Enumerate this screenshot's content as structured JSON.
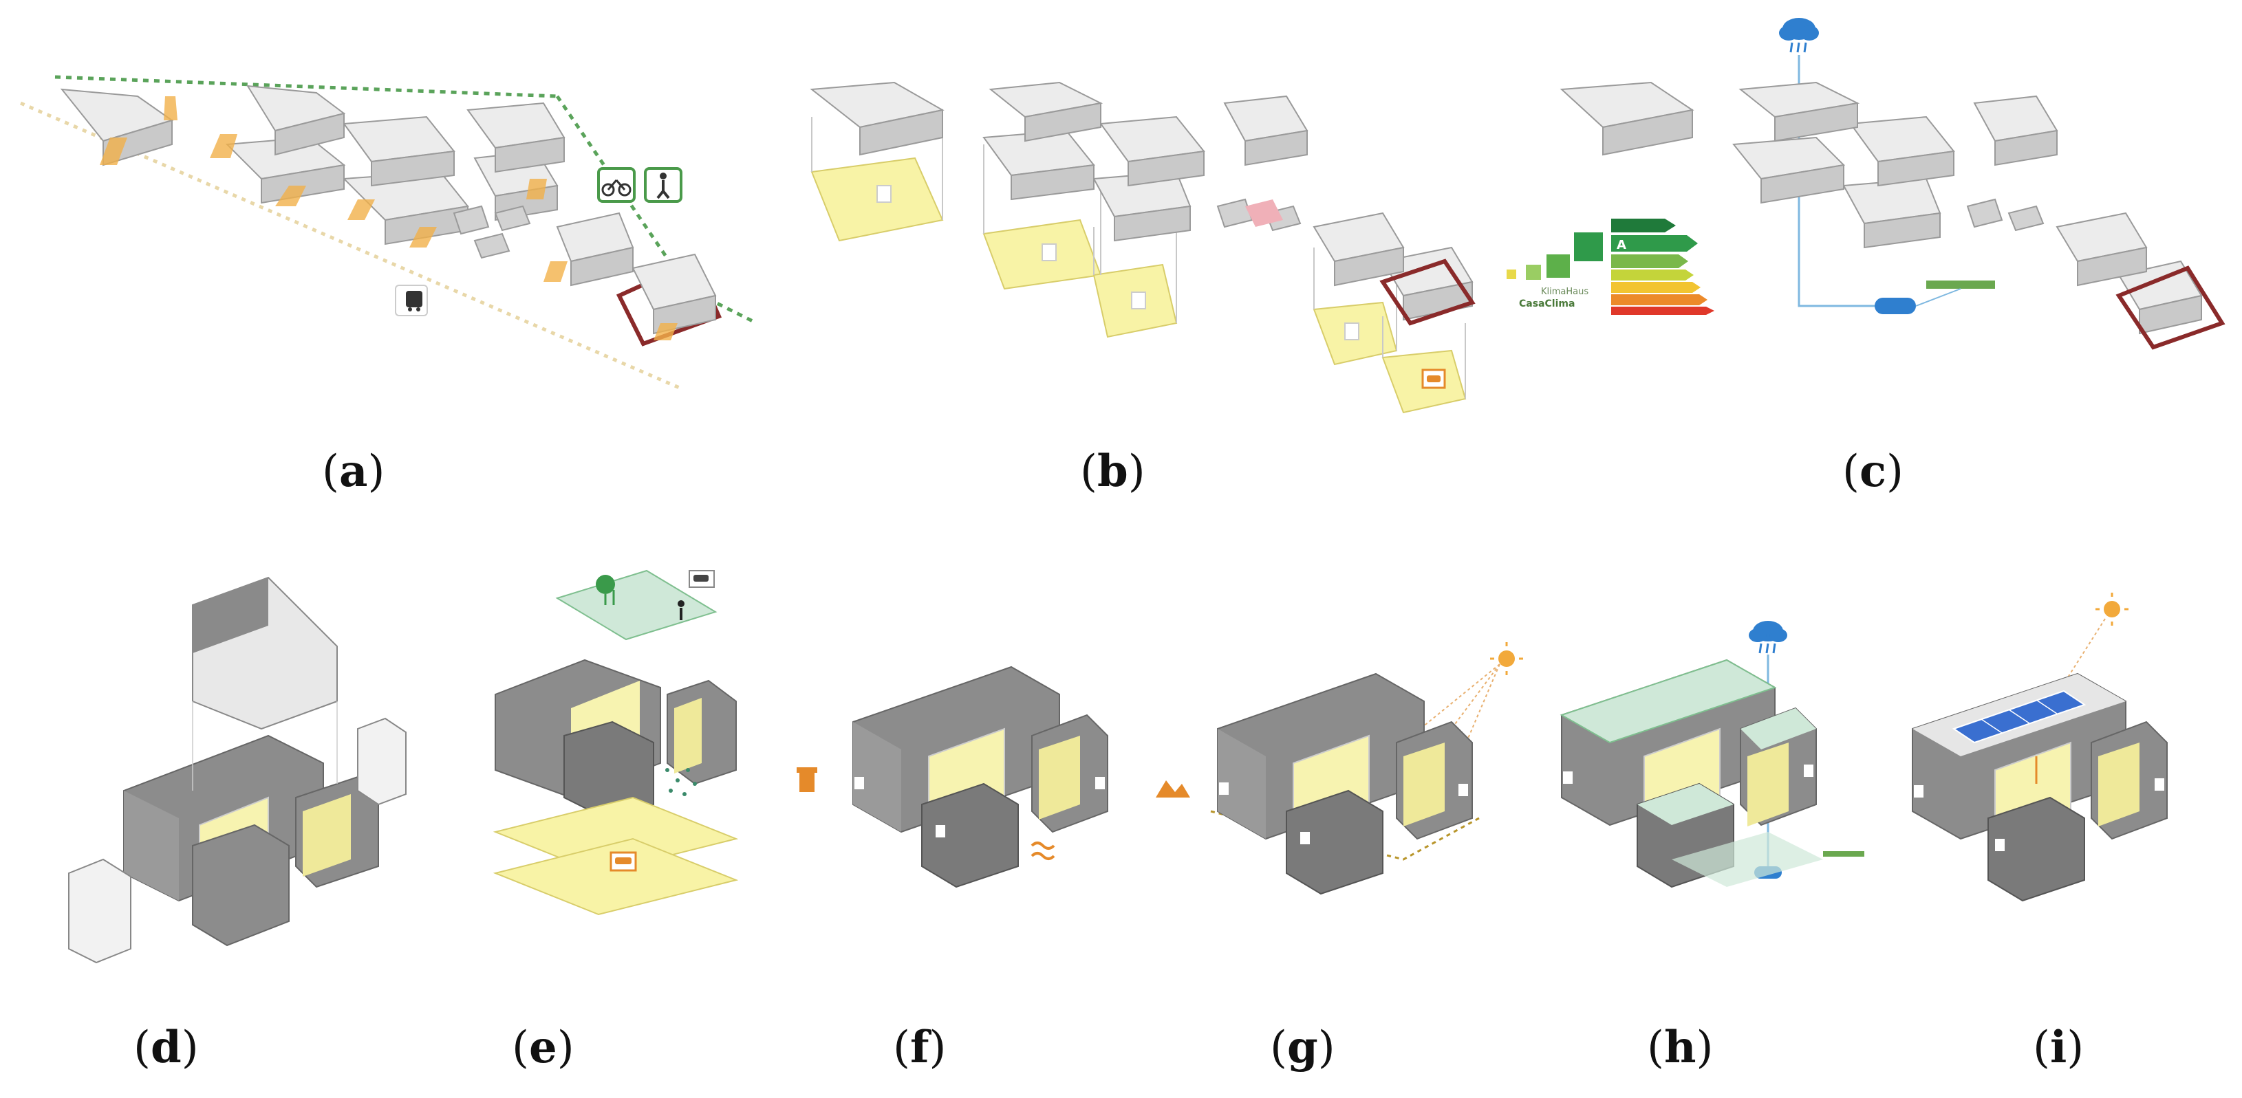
{
  "figure": {
    "panels": [
      {
        "id": "a",
        "caption": "a",
        "theme": "mobility-and-access",
        "icons": [
          "bicycle-icon",
          "pedestrian-icon",
          "bus-stop-icon"
        ]
      },
      {
        "id": "b",
        "caption": "b",
        "theme": "courtyard-open-spaces",
        "icons": [
          "car-icon"
        ]
      },
      {
        "id": "c",
        "caption": "c",
        "theme": "energy-and-water",
        "icons": [
          "rain-cloud-icon",
          "energy-label-icon"
        ],
        "energy_class": "A",
        "energy_labels": [
          "KlimaHaus",
          "CasaClima"
        ]
      },
      {
        "id": "d",
        "caption": "d",
        "theme": "building-volumes",
        "icons": []
      },
      {
        "id": "e",
        "caption": "e",
        "theme": "layered-uses",
        "icons": [
          "tree-icon",
          "person-icon",
          "car-icon"
        ]
      },
      {
        "id": "f",
        "caption": "f",
        "theme": "noise-and-wind",
        "icons": [
          "noise-icon",
          "wave-icon"
        ]
      },
      {
        "id": "g",
        "caption": "g",
        "theme": "sun-and-landscape",
        "icons": [
          "sun-icon",
          "mountain-icon"
        ]
      },
      {
        "id": "h",
        "caption": "h",
        "theme": "green-roofs-rainwater",
        "icons": [
          "rain-cloud-icon",
          "tank-icon"
        ]
      },
      {
        "id": "i",
        "caption": "i",
        "theme": "solar-energy",
        "icons": [
          "sun-icon",
          "solar-panel-icon"
        ]
      }
    ],
    "colors": {
      "building_top": "#ececec",
      "building_side": "#cfcfcf",
      "building_dark": "#8a8a8a",
      "highlight_yellow": "#f8f3a6",
      "green_surface": "#cfe8d8",
      "orange_marker": "#f2a93b",
      "green_path": "#4a9a4a",
      "rain_blue": "#2f7fcf",
      "site_outline": "#8a2a2a"
    }
  }
}
